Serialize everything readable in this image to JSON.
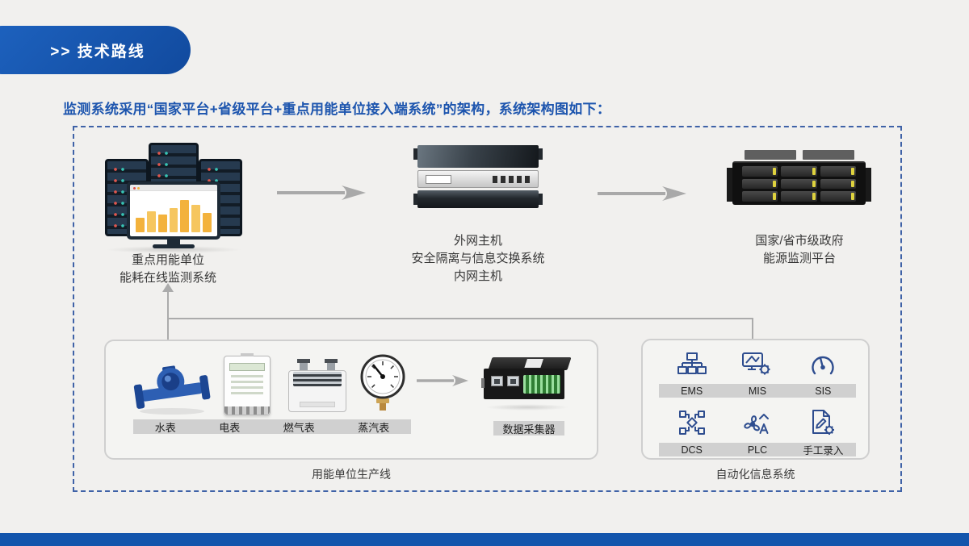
{
  "badge": {
    "label": ">> 技术路线"
  },
  "heading": "监测系统采用“国家平台+省级平台+重点用能单位接入端系统”的架构，系统架构图如下：",
  "diagram": {
    "nodes": [
      {
        "lines": [
          "重点用能单位",
          "能耗在线监测系统"
        ]
      },
      {
        "lines": [
          "外网主机",
          "安全隔离与信息交换系统",
          "内网主机"
        ]
      },
      {
        "lines": [
          "国家/省市级政府",
          "能源监测平台"
        ]
      }
    ],
    "production": {
      "meters": [
        "水表",
        "电表",
        "燃气表",
        "蒸汽表"
      ],
      "collector": "数据采集器",
      "caption": "用能单位生产线"
    },
    "automation": {
      "row1": [
        "EMS",
        "MIS",
        "SIS"
      ],
      "row2": [
        "DCS",
        "PLC",
        "手工录入"
      ],
      "caption": "自动化信息系统"
    }
  },
  "colors": {
    "accent_blue": "#1355ac",
    "heading_blue": "#1d55ae",
    "dashed_border": "#3f62a7",
    "arrow_gray": "#a9a9a9",
    "label_bar_gray": "#d0d0d0",
    "icon_navy": "#2e4d8f",
    "chart_bar_yellow": "#f3b23c"
  }
}
